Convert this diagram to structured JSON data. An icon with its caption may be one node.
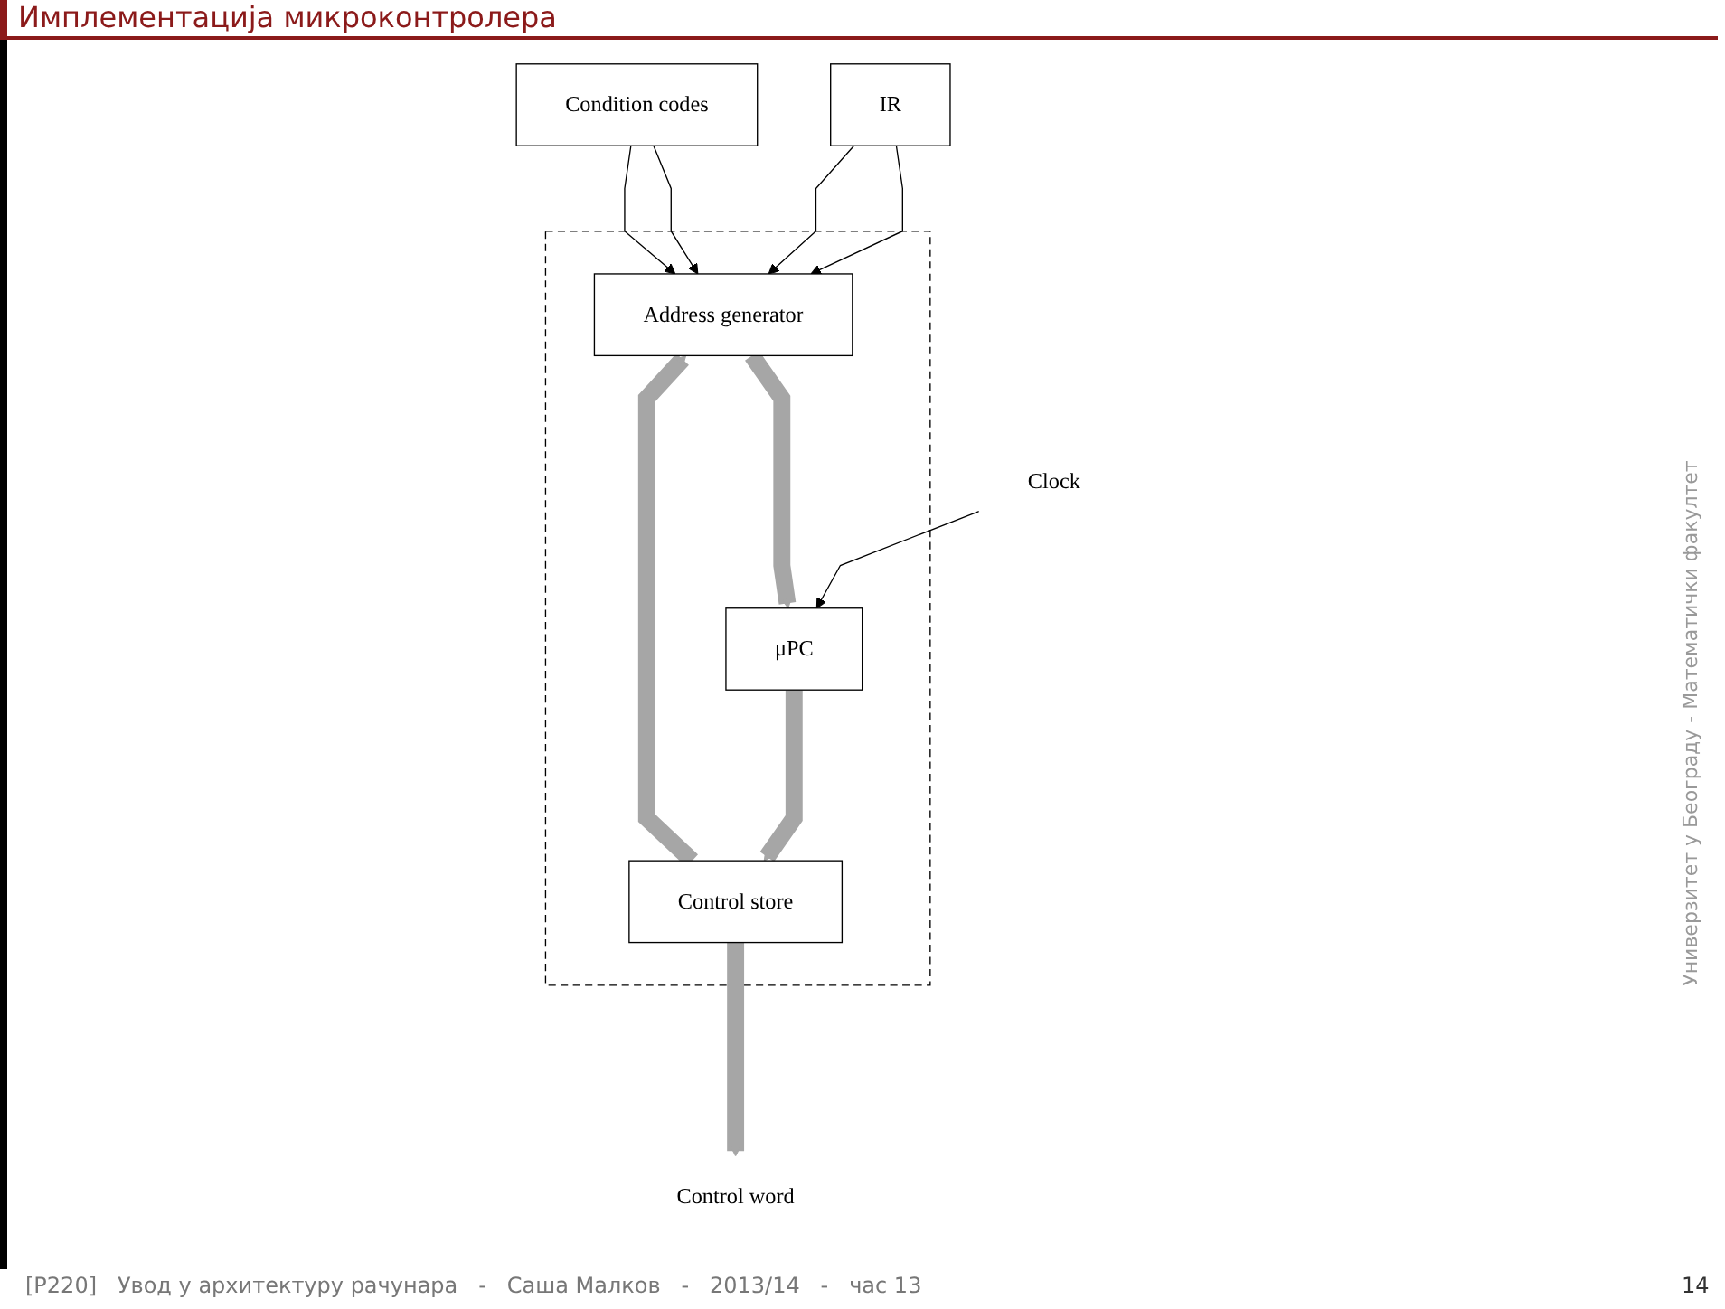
{
  "diagram": {
    "title": "Имплементација микроконтролера",
    "nodes": [
      {
        "text": [
          "IR"
        ]
      },
      {
        "text": [
          "Condition codes"
        ]
      },
      {
        "text": [],
        "shape": "box"
      },
      {
        "text": [
          "Address generator"
        ],
        "in": 2
      },
      {
        "text": [
          "μPC"
        ],
        "in": 2
      },
      {
        "text": [
          "Control store"
        ],
        "in": 2
      },
      {
        "text": [
          "Clock"
        ]
      },
      {
        "text": [
          "Control word"
        ]
      }
    ],
    "edges": [
      {
        "from": 0,
        "to": 3,
        "arrow": "to"
      },
      {
        "from": 0,
        "to": 3,
        "arrow": "to"
      },
      {
        "from": 1,
        "to": 3,
        "arrow": "to"
      },
      {
        "from": 1,
        "to": 3,
        "arrow": "to"
      },
      {
        "from": 3,
        "to": 4,
        "arrow": "to",
        "style": "thick",
        "color": "#a6a6a6"
      },
      {
        "from": 6,
        "to": 4,
        "arrow": "to"
      },
      {
        "from": 4,
        "to": 5,
        "arrow": "to",
        "style": "thick",
        "color": "#a6a6a6"
      },
      {
        "from": 5,
        "to": 7,
        "arrow": "to",
        "style": "thick",
        "color": "#a6a6a6"
      },
      {
        "from": 5,
        "to": 3,
        "arrow": "to",
        "style": "thick",
        "color": "#a6a6a6"
      }
    ],
    "labels": [
      "Универзитет у Београду - Математички факултет",
      "[P220]   Увод у архитектуру рачунара   -   Саша Малков   -   2013/14   -   час 13",
      "14"
    ]
  }
}
